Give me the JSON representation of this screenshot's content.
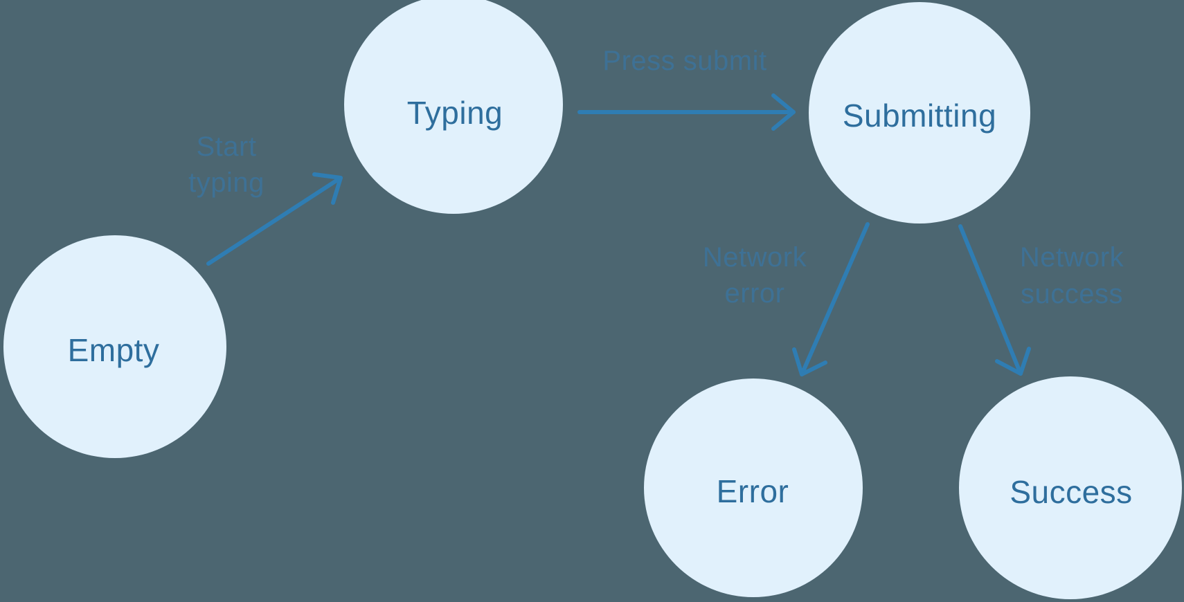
{
  "diagram": {
    "type": "state-machine-flow",
    "colors": {
      "background": "#4C6671",
      "node_fill": "#E1F1FC",
      "node_text": "#2E6E9D",
      "arrow": "#2F7DB3",
      "edge_label": "#3E7195"
    },
    "nodes": [
      {
        "id": "empty",
        "label": "Empty"
      },
      {
        "id": "typing",
        "label": "Typing"
      },
      {
        "id": "submitting",
        "label": "Submitting"
      },
      {
        "id": "error",
        "label": "Error"
      },
      {
        "id": "success",
        "label": "Success"
      }
    ],
    "edges": [
      {
        "from": "empty",
        "to": "typing",
        "label": "Start typing",
        "label_lines": [
          "Start",
          "typing"
        ]
      },
      {
        "from": "typing",
        "to": "submitting",
        "label": "Press submit",
        "label_lines": [
          "Press submit"
        ]
      },
      {
        "from": "submitting",
        "to": "error",
        "label": "Network error",
        "label_lines": [
          "Network",
          "error"
        ]
      },
      {
        "from": "submitting",
        "to": "success",
        "label": "Network success",
        "label_lines": [
          "Network",
          "success"
        ]
      }
    ]
  }
}
